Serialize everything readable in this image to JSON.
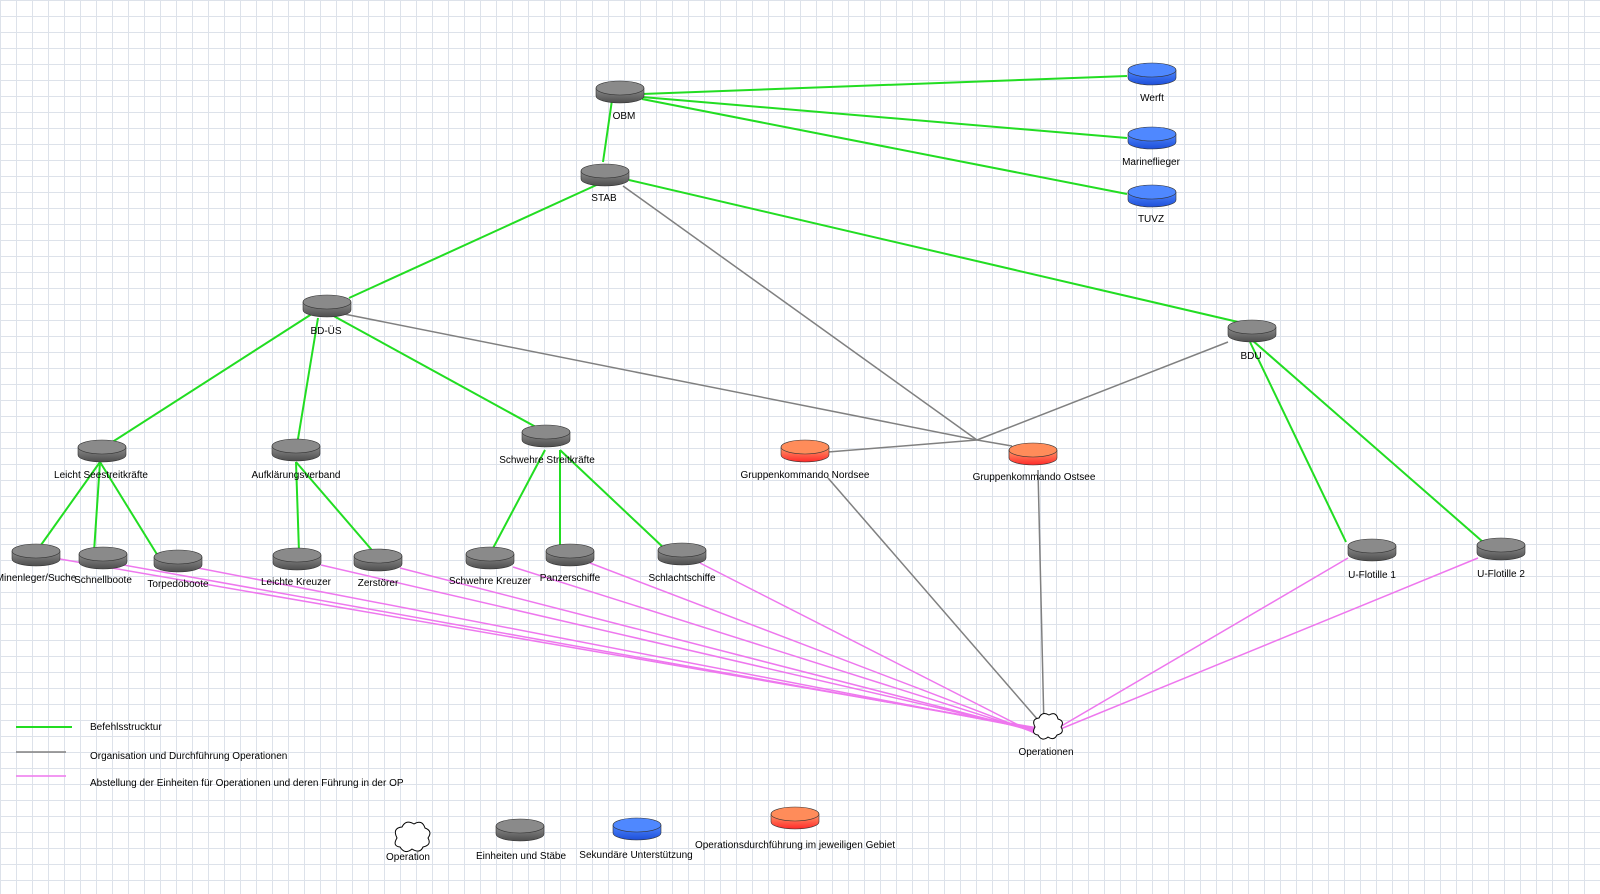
{
  "colors": {
    "command": "#22dd22",
    "organisation": "#808080",
    "assignment": "#ee77ee",
    "unit": "#6a6a6a",
    "support": "#2a62ee",
    "area": "#ff3535"
  },
  "nodes": {
    "obm": "OBM",
    "stab": "STAB",
    "werft": "Werft",
    "marineflieger": "Marineflieger",
    "tuvz": "TUVZ",
    "bdus": "BD-ÜS",
    "bdu": "BDU",
    "leicht": "Leicht Seestreitkräfte",
    "aufkl": "Aufklärungsverband",
    "schwer": "Schwehre Streitkräfte",
    "gk_nord": "Gruppenkommando Nordsee",
    "gk_ost": "Gruppenkommando Ostsee",
    "minen": "Minenleger/Suche",
    "schnell": "Schnellboote",
    "torpedo": "Torpedoboote",
    "lkreuzer": "Leichte Kreuzer",
    "zerstoerer": "Zerstörer",
    "skreuzer": "Schwehre Kreuzer",
    "panzer": "Panzerschiffe",
    "schlacht": "Schlachtschiffe",
    "uflot1": "U-Flotille 1",
    "uflot2": "U-Flotille 2",
    "operationen": "Operationen"
  },
  "legend": {
    "lines": {
      "command": "Befehlsstrucktur",
      "organisation": "Organisation und Durchführung Operationen",
      "assignment": "Abstellung der Einheiten für Operationen und deren Führung in der OP"
    },
    "symbols": {
      "operation": "Operation",
      "units": "Einheiten und Stäbe",
      "support": "Sekundäre Unterstützung",
      "area": "Operationsdurchführung im jeweiligen Gebiet"
    }
  }
}
